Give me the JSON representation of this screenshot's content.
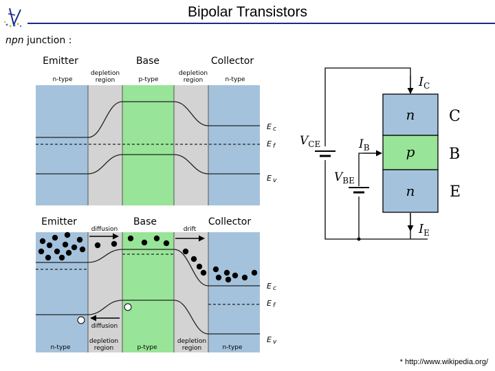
{
  "slide": {
    "title": "Bipolar Transistors",
    "subtitle_italic": "npn",
    "subtitle_rest": " junction :",
    "footnote": "* http://www.wikipedia.org/"
  },
  "equilibrium_diagram": {
    "region_headers": [
      "Emitter",
      "Base",
      "Collector"
    ],
    "region_types": [
      "n-type",
      "depletion\nregion",
      "p-type",
      "depletion\nregion",
      "n-type"
    ],
    "level_labels": [
      "Ec",
      "Ef",
      "Ev"
    ]
  },
  "biased_diagram": {
    "region_headers": [
      "Emitter",
      "Base",
      "Collector"
    ],
    "region_types": [
      "n-type",
      "depletion\nregion",
      "p-type",
      "depletion\nregion",
      "n-type"
    ],
    "arrow_labels": [
      "diffusion",
      "drift",
      "diffusion"
    ],
    "level_labels": [
      "Ec",
      "Ef",
      "Ev"
    ]
  },
  "circuit": {
    "layers": [
      {
        "letter": "n",
        "terminal": "C"
      },
      {
        "letter": "p",
        "terminal": "B"
      },
      {
        "letter": "n",
        "terminal": "E"
      }
    ],
    "current_labels": {
      "collector": "I",
      "collector_sub": "C",
      "base": "I",
      "base_sub": "B",
      "emitter": "I",
      "emitter_sub": "E"
    },
    "voltage_labels": {
      "vce": "V",
      "vce_sub": "CE",
      "vbe": "V",
      "vbe_sub": "BE"
    }
  },
  "colors": {
    "n_region": "#a4c2dc",
    "depletion": "#d3d3d3",
    "p_region": "#98e498",
    "rule": "#1a2a8a"
  }
}
